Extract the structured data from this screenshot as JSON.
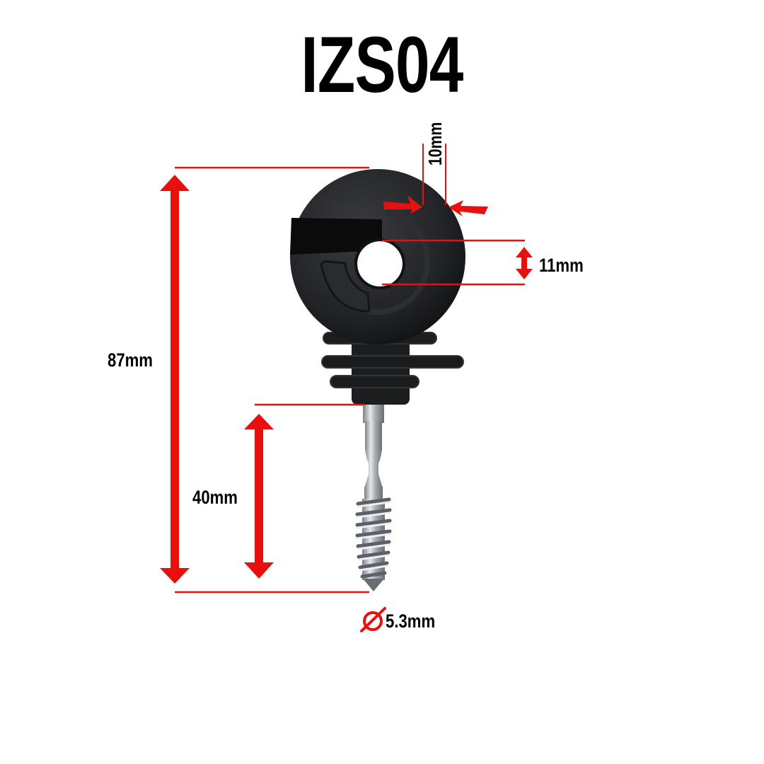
{
  "title": "IZS04",
  "dimensions": {
    "total_height": "87mm",
    "screw_length": "40mm",
    "hole_diameter": "11mm",
    "wall_thickness": "10mm",
    "screw_diameter": "5.3mm",
    "diameter_symbol": "⌀"
  },
  "colors": {
    "dimension_red": "#e8100f",
    "insulator_black": "#1c1d1f",
    "screw_silver": "#b9bdc1",
    "text": "#000000",
    "background": "#ffffff"
  }
}
